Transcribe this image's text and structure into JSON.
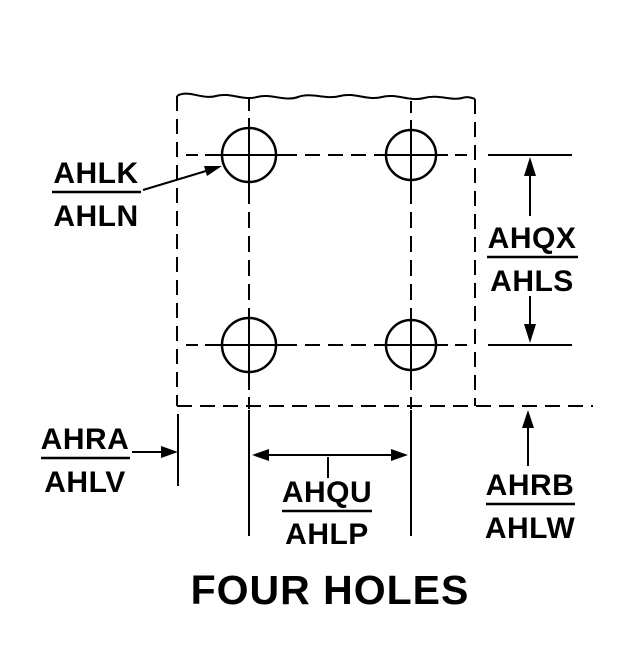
{
  "title": "FOUR HOLES",
  "callouts": {
    "hole": {
      "top": "AHLK",
      "bottom": "AHLN"
    },
    "vertical_spacing": {
      "top": "AHQX",
      "bottom": "AHLS"
    },
    "left_edge": {
      "top": "AHRA",
      "bottom": "AHLV"
    },
    "horizontal_spacing": {
      "top": "AHQU",
      "bottom": "AHLP"
    },
    "bottom_edge": {
      "top": "AHRB",
      "bottom": "AHLW"
    }
  },
  "colors": {
    "line": "#000000",
    "background": "#ffffff"
  }
}
